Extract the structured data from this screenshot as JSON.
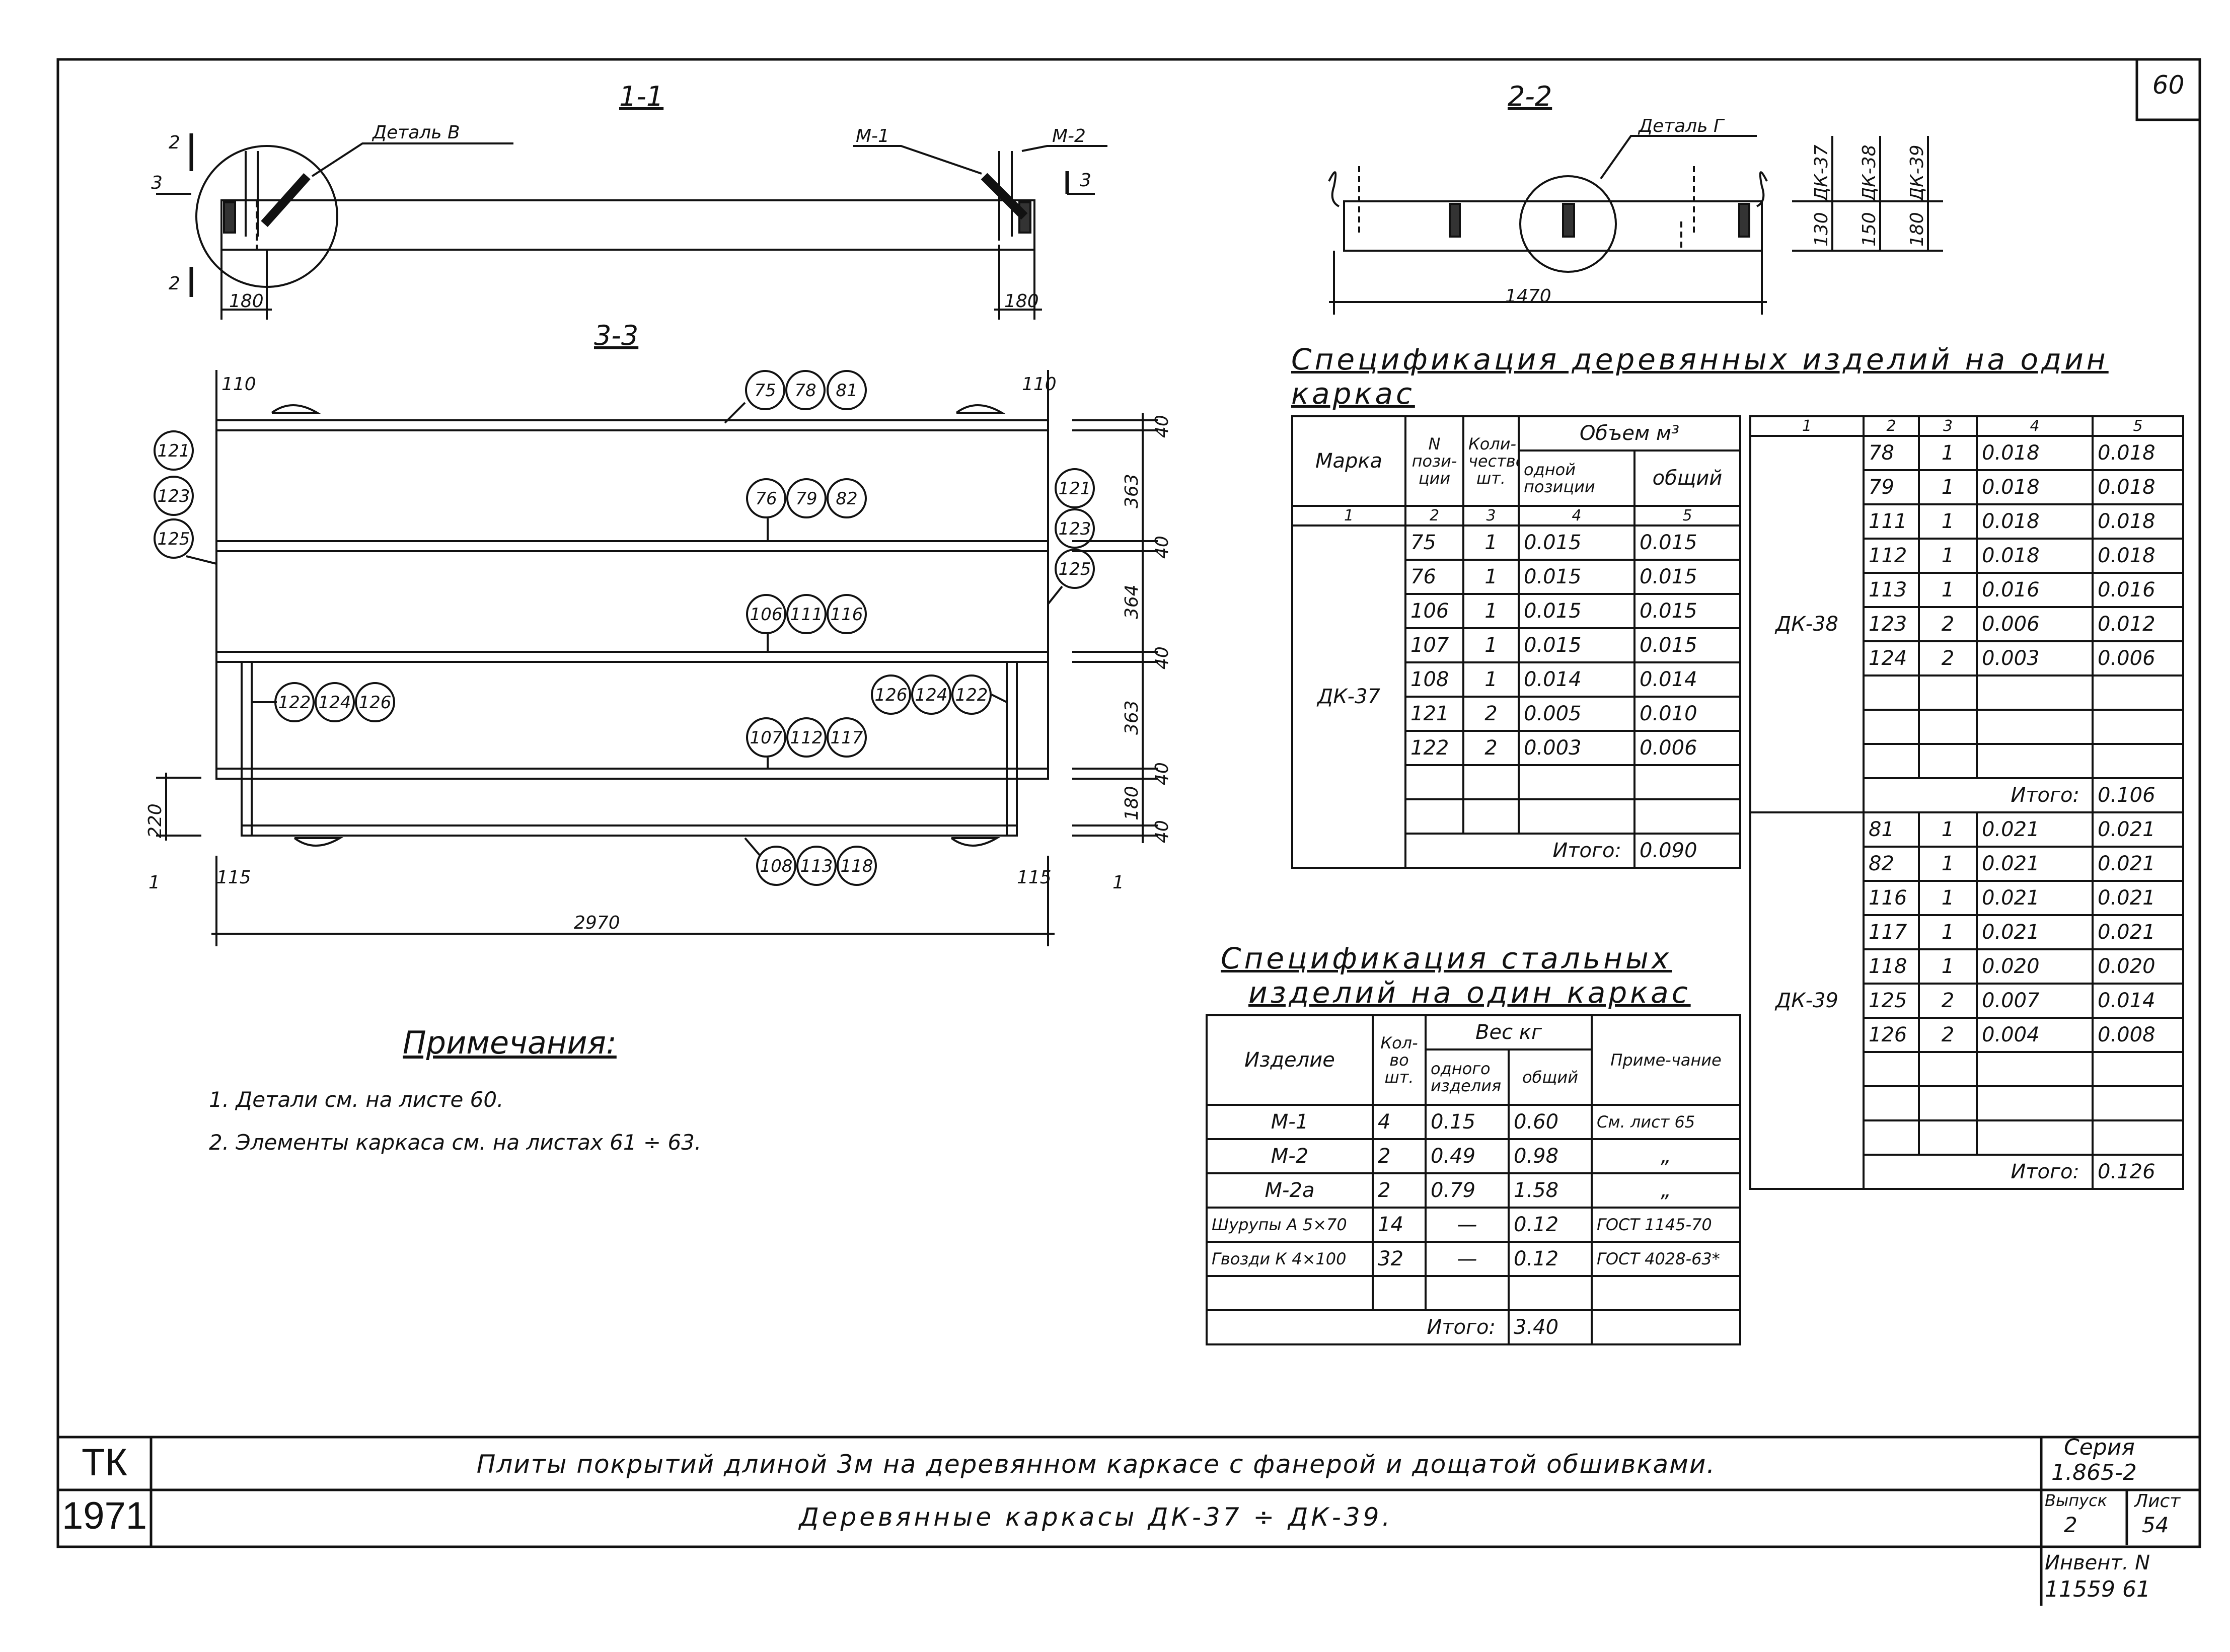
{
  "sheet_number": "60",
  "section_1_1": {
    "title": "1-1",
    "detail_label": "Деталь В",
    "m1": "М-1",
    "m2": "М-2",
    "cut2": "2",
    "cut3": "3",
    "dim_left": "180",
    "dim_right": "180"
  },
  "section_2_2": {
    "title": "2-2",
    "detail_label": "Деталь Г",
    "dim_width": "1470",
    "heights": [
      {
        "mark": "ДК-37",
        "h": "130"
      },
      {
        "mark": "ДК-38",
        "h": "150"
      },
      {
        "mark": "ДК-39",
        "h": "180"
      }
    ]
  },
  "section_3_3": {
    "title": "3-3",
    "dim_top_left": "110",
    "dim_top_right": "110",
    "dim_bottom_left": "115",
    "dim_bottom_right": "115",
    "dim_length": "2970",
    "dim_220": "220",
    "cut1": "1",
    "right_dims": [
      "40",
      "363",
      "40",
      "364",
      "40",
      "363",
      "40",
      "180",
      "40"
    ],
    "callouts": {
      "top": [
        "75",
        "78",
        "81"
      ],
      "mid1": [
        "76",
        "79",
        "82"
      ],
      "mid2": [
        "106",
        "111",
        "116"
      ],
      "mid3": [
        "107",
        "112",
        "117"
      ],
      "bottom": [
        "108",
        "113",
        "118"
      ],
      "left_side": [
        "121",
        "123",
        "125"
      ],
      "right_side": [
        "121",
        "123",
        "125"
      ],
      "inner_left": [
        "122",
        "124",
        "126"
      ],
      "inner_right": [
        "126",
        "124",
        "122"
      ]
    }
  },
  "notes": {
    "title": "Примечания:",
    "items": [
      "1. Детали см. на листе 60.",
      "2. Элементы каркаса см. на листах 61 ÷ 63."
    ]
  },
  "wood_spec": {
    "title": "Спецификация деревянных изделий на один каркас",
    "headers": {
      "mark": "Марка",
      "pos": "N пози-ции",
      "qty": "Коли-чество шт.",
      "volume": "Объем м³",
      "per_pos": "одной позиции",
      "total": "общий"
    },
    "index": [
      "1",
      "2",
      "3",
      "4",
      "5"
    ],
    "dk37": {
      "mark": "ДК-37",
      "rows": [
        [
          "75",
          "1",
          "0.015",
          "0.015"
        ],
        [
          "76",
          "1",
          "0.015",
          "0.015"
        ],
        [
          "106",
          "1",
          "0.015",
          "0.015"
        ],
        [
          "107",
          "1",
          "0.015",
          "0.015"
        ],
        [
          "108",
          "1",
          "0.014",
          "0.014"
        ],
        [
          "121",
          "2",
          "0.005",
          "0.010"
        ],
        [
          "122",
          "2",
          "0.003",
          "0.006"
        ]
      ],
      "total_label": "Итого:",
      "total": "0.090"
    },
    "dk38": {
      "mark": "ДК-38",
      "rows": [
        [
          "78",
          "1",
          "0.018",
          "0.018"
        ],
        [
          "79",
          "1",
          "0.018",
          "0.018"
        ],
        [
          "111",
          "1",
          "0.018",
          "0.018"
        ],
        [
          "112",
          "1",
          "0.018",
          "0.018"
        ],
        [
          "113",
          "1",
          "0.016",
          "0.016"
        ],
        [
          "123",
          "2",
          "0.006",
          "0.012"
        ],
        [
          "124",
          "2",
          "0.003",
          "0.006"
        ]
      ],
      "total_label": "Итого:",
      "total": "0.106"
    },
    "dk39": {
      "mark": "ДК-39",
      "rows": [
        [
          "81",
          "1",
          "0.021",
          "0.021"
        ],
        [
          "82",
          "1",
          "0.021",
          "0.021"
        ],
        [
          "116",
          "1",
          "0.021",
          "0.021"
        ],
        [
          "117",
          "1",
          "0.021",
          "0.021"
        ],
        [
          "118",
          "1",
          "0.020",
          "0.020"
        ],
        [
          "125",
          "2",
          "0.007",
          "0.014"
        ],
        [
          "126",
          "2",
          "0.004",
          "0.008"
        ]
      ],
      "total_label": "Итого:",
      "total": "0.126"
    }
  },
  "steel_spec": {
    "title_line1": "Спецификация стальных",
    "title_line2": "изделий на один каркас",
    "headers": {
      "item": "Изделие",
      "qty": "Кол-во шт.",
      "weight": "Вес кг",
      "per_item": "одного изделия",
      "total": "общий",
      "note": "Приме-чание"
    },
    "rows": [
      [
        "М-1",
        "4",
        "0.15",
        "0.60",
        "См. лист 65"
      ],
      [
        "М-2",
        "2",
        "0.49",
        "0.98",
        "„"
      ],
      [
        "М-2а",
        "2",
        "0.79",
        "1.58",
        "„"
      ],
      [
        "Шурупы А 5×70",
        "14",
        "—",
        "0.12",
        "ГОСТ 1145-70"
      ],
      [
        "Гвозди К 4×100",
        "32",
        "—",
        "0.12",
        "ГОСТ 4028-63*"
      ]
    ],
    "total_label": "Итого:",
    "total": "3.40"
  },
  "title_block": {
    "org": "ТК",
    "year": "1971",
    "title_main": "Плиты покрытий длиной 3м на деревянном каркасе с фанерой и дощатой обшивками.",
    "title_sub": "Деревянные каркасы ДК-37 ÷ ДК-39.",
    "series_label": "Серия",
    "series": "1.865-2",
    "issue_label": "Выпуск",
    "issue": "2",
    "sheet_label": "Лист",
    "sheet": "54",
    "inv_label": "Инвент. N",
    "inv": "11559 61"
  }
}
